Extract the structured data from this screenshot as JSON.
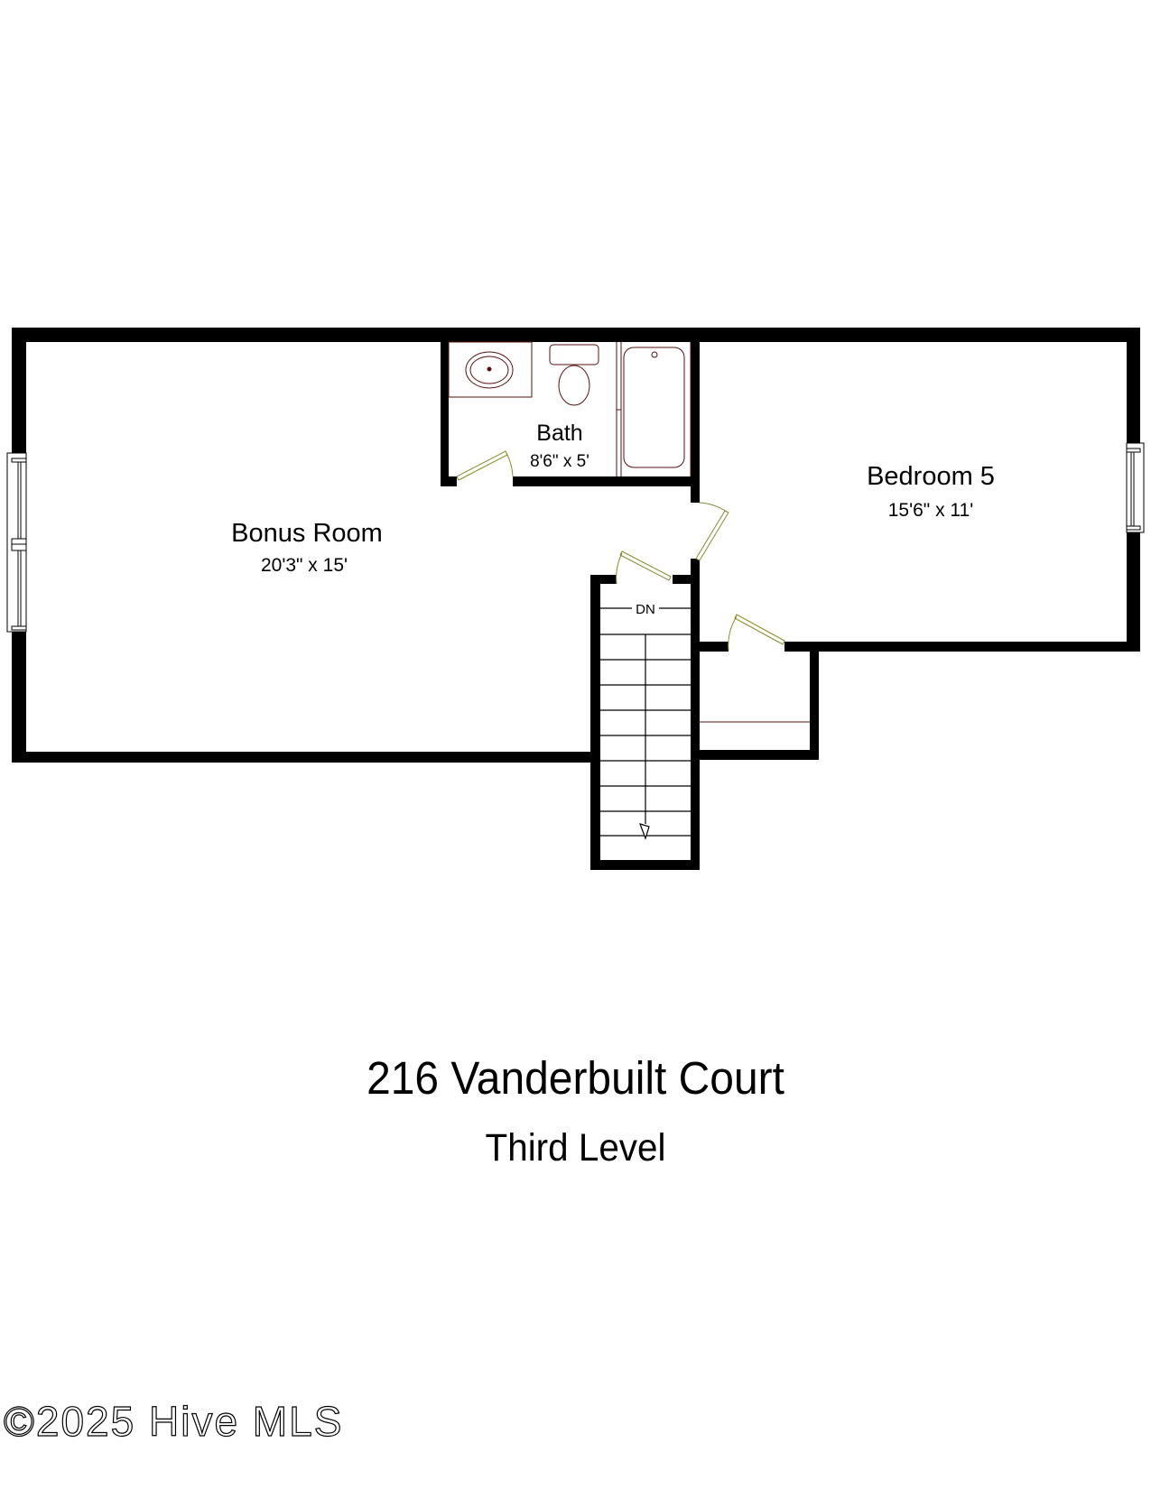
{
  "plan": {
    "rooms": [
      {
        "id": "bonus-room",
        "name": "Bonus Room",
        "dimensions": "20'3\" x 15'"
      },
      {
        "id": "bath",
        "name": "Bath",
        "dimensions": "8'6\" x 5'"
      },
      {
        "id": "bedroom-5",
        "name": "Bedroom 5",
        "dimensions": "15'6\" x 11'"
      }
    ],
    "stairs": {
      "label": "DN",
      "treads": 8,
      "direction": "down"
    },
    "fixtures": [
      "sink-vanity",
      "toilet",
      "bathtub"
    ],
    "colors": {
      "wall": "#000000",
      "fixture": "#5a0f0f",
      "door": "#8a8a2a",
      "background": "#ffffff"
    }
  },
  "title": {
    "address": "216 Vanderbuilt Court",
    "level": "Third Level"
  },
  "watermark": "©2025 Hive MLS"
}
